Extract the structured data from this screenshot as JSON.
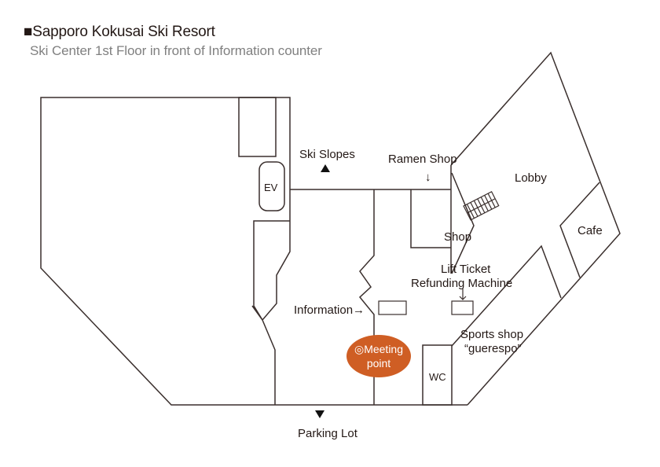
{
  "header": {
    "title": "■Sapporo Kokusai Ski Resort",
    "subtitle": "Ski Center 1st Floor in front of Information counter"
  },
  "map": {
    "labels": {
      "ski_slopes": "Ski Slopes",
      "ramen_shop": "Ramen Shop",
      "ramen_arrow": "↓",
      "lobby": "Lobby",
      "ev": "EV",
      "shop": "Shop",
      "cafe": "Cafe",
      "lift_ticket_line1": "Lift Ticket",
      "lift_ticket_line2": "Refunding Machine",
      "information": "Information→",
      "sports_shop_line1": "Sports shop",
      "sports_shop_line2": "“guerespo”",
      "wc": "WC",
      "parking_lot": "Parking Lot"
    },
    "meeting_point": {
      "line1": "◎Meeting",
      "line2": "point",
      "color": "#cf5e24"
    },
    "direction_markers": {
      "ski_slopes": "up-triangle",
      "parking_lot": "down-triangle"
    }
  }
}
